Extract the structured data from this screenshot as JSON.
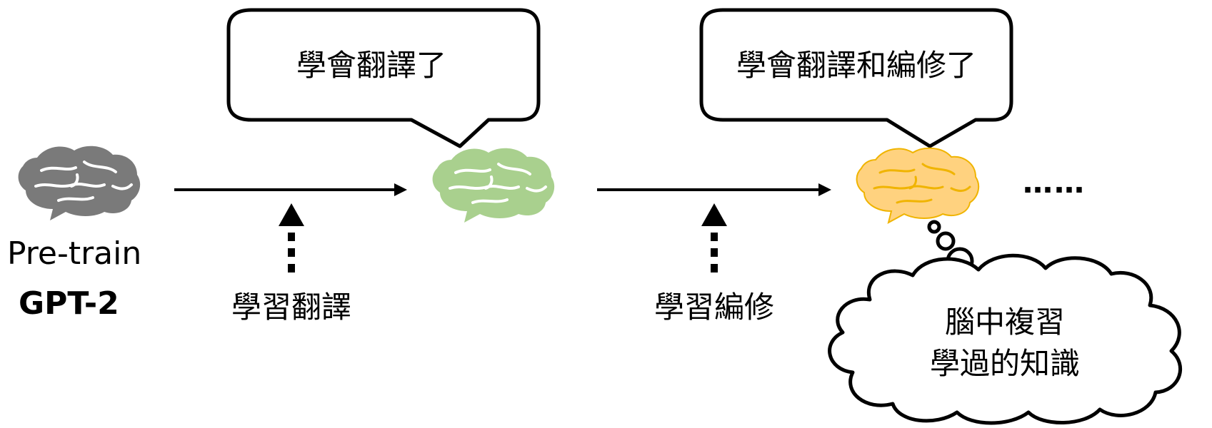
{
  "colors": {
    "brain_pretrained": "#7a7a7a",
    "brain_translate": "#a9d08e",
    "brain_edit_fill": "#ffd27f",
    "brain_edit_stroke": "#f0b400",
    "outline": "#000000"
  },
  "model": {
    "label": "Pre-train",
    "name": "GPT-2"
  },
  "stages": [
    {
      "step_label": "學習翻譯",
      "bubble_text": "學會翻譯了",
      "brain_icon": "brain-icon"
    },
    {
      "step_label": "學習編修",
      "bubble_text": "學會翻譯和編修了",
      "brain_icon": "brain-icon"
    }
  ],
  "thought": {
    "line1": "腦中複習",
    "line2": "學過的知識"
  },
  "continuation": "……"
}
